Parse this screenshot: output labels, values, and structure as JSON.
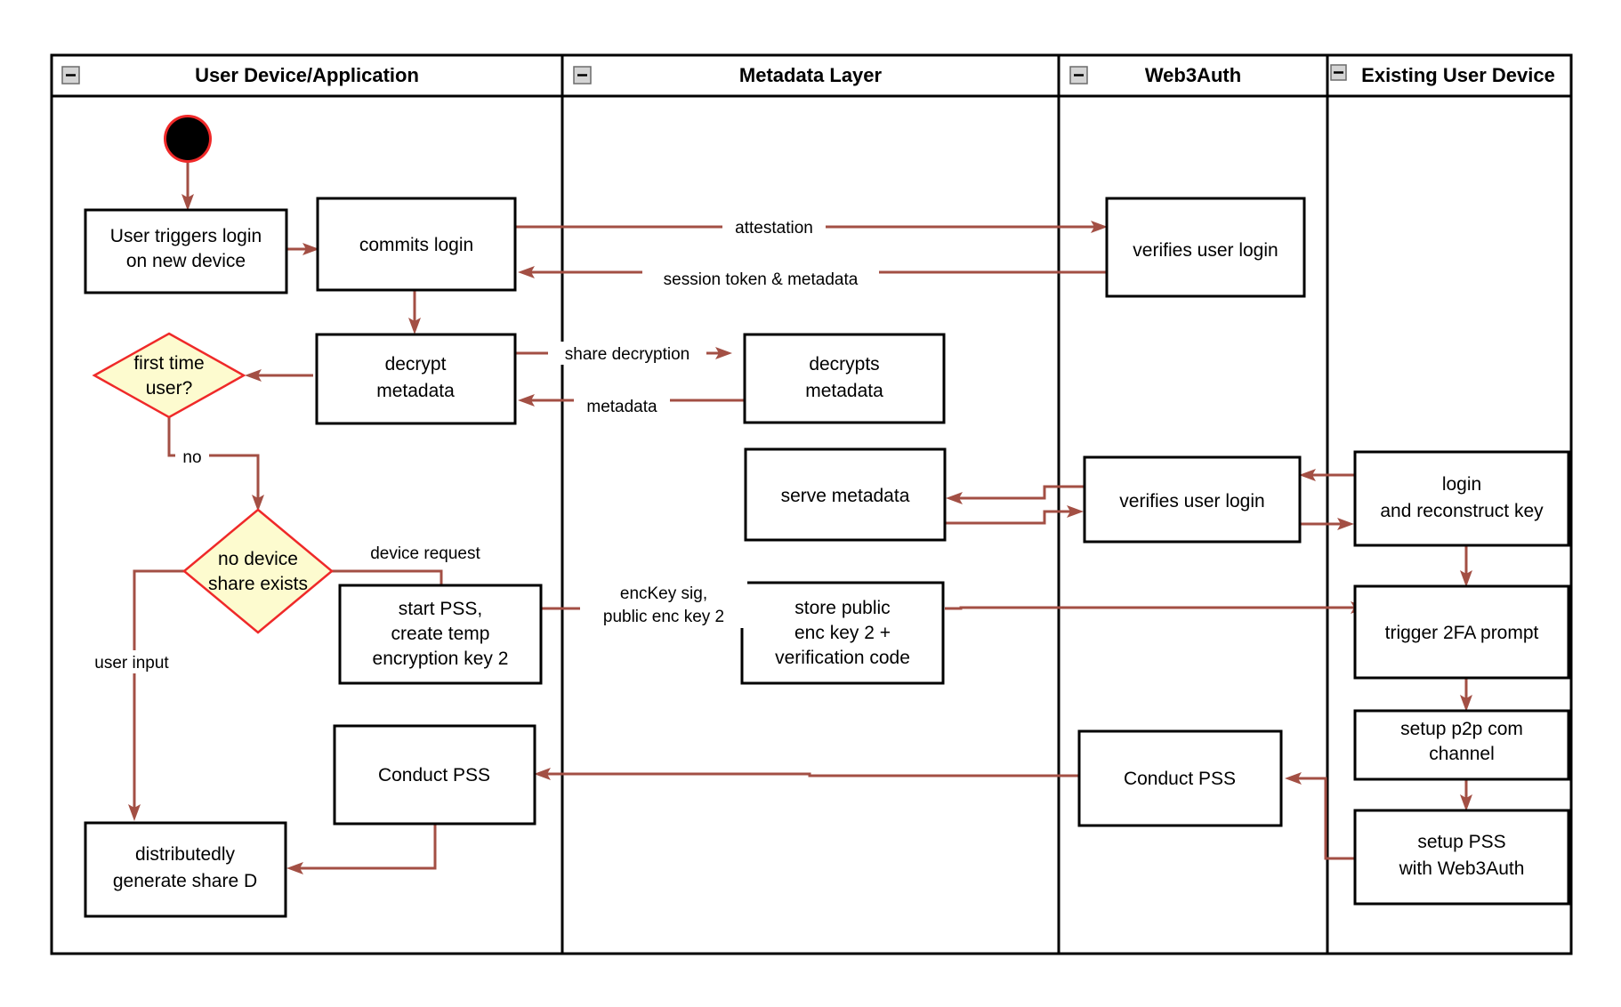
{
  "diagram": {
    "title": "Web3Auth new device login / PSS activity diagram",
    "type": "swimlane-activity-diagram",
    "colors": {
      "edge": "#a34f44",
      "decision_fill": "#fdfbcf",
      "decision_stroke": "#ef2929",
      "node_fill": "#ffffff",
      "node_stroke": "#000000",
      "start_node_fill": "#000000",
      "start_node_ring": "#ef2929",
      "collapse_widget_fill": "#d4d4d4",
      "background": "#ffffff"
    },
    "lanes": [
      {
        "id": "user-device",
        "title": "User Device/Application",
        "collapse_icon": "minus-box-icon"
      },
      {
        "id": "metadata-layer",
        "title": "Metadata Layer",
        "collapse_icon": "minus-box-icon"
      },
      {
        "id": "web3auth",
        "title": "Web3Auth",
        "collapse_icon": "minus-box-icon"
      },
      {
        "id": "existing-user-device",
        "title": "Existing User Device",
        "collapse_icon": "minus-box-icon"
      }
    ],
    "nodes": [
      {
        "id": "start",
        "lane": "user-device",
        "shape": "start-circle",
        "label": ""
      },
      {
        "id": "user-triggers-login",
        "lane": "user-device",
        "shape": "rect",
        "label": "User triggers login\non new device"
      },
      {
        "id": "commits-login",
        "lane": "user-device",
        "shape": "rect",
        "label": "commits login"
      },
      {
        "id": "verifies-user-login-1",
        "lane": "web3auth",
        "shape": "rect",
        "label": "verifies user login"
      },
      {
        "id": "decrypt-metadata",
        "lane": "user-device",
        "shape": "rect",
        "label": "decrypt\nmetadata"
      },
      {
        "id": "decrypts-metadata",
        "lane": "metadata-layer",
        "shape": "rect",
        "label": "decrypts\nmetadata"
      },
      {
        "id": "first-time-user",
        "lane": "user-device",
        "shape": "diamond",
        "label": "first time\nuser?"
      },
      {
        "id": "serve-metadata",
        "lane": "metadata-layer",
        "shape": "rect",
        "label": "serve metadata"
      },
      {
        "id": "verifies-user-login-2",
        "lane": "web3auth",
        "shape": "rect",
        "label": "verifies user login"
      },
      {
        "id": "login-reconstruct-key",
        "lane": "existing-user-device",
        "shape": "rect",
        "label": "login\nand reconstruct key"
      },
      {
        "id": "no-device-share-exists",
        "lane": "user-device",
        "shape": "diamond",
        "label": "no device\nshare exists"
      },
      {
        "id": "start-pss",
        "lane": "user-device",
        "shape": "rect",
        "label": "start PSS,\ncreate temp\nencryption key 2"
      },
      {
        "id": "store-public-enc-key",
        "lane": "metadata-layer",
        "shape": "rect",
        "label": "store public\nenc key 2 +\nverification code"
      },
      {
        "id": "trigger-2fa-prompt",
        "lane": "existing-user-device",
        "shape": "rect",
        "label": "trigger 2FA prompt"
      },
      {
        "id": "setup-p2p-channel",
        "lane": "existing-user-device",
        "shape": "rect",
        "label": "setup p2p com\nchannel"
      },
      {
        "id": "conduct-pss-user",
        "lane": "user-device",
        "shape": "rect",
        "label": "Conduct PSS"
      },
      {
        "id": "conduct-pss-web3auth",
        "lane": "web3auth",
        "shape": "rect",
        "label": "Conduct PSS"
      },
      {
        "id": "setup-pss-web3auth",
        "lane": "existing-user-device",
        "shape": "rect",
        "label": "setup PSS\nwith Web3Auth"
      },
      {
        "id": "distributedly-generate-share-d",
        "lane": "user-device",
        "shape": "rect",
        "label": "distributedly\ngenerate share D"
      }
    ],
    "edges": [
      {
        "id": "e-start-trigger",
        "from": "start",
        "to": "user-triggers-login",
        "label": ""
      },
      {
        "id": "e-trigger-commits",
        "from": "user-triggers-login",
        "to": "commits-login",
        "label": ""
      },
      {
        "id": "e-attestation",
        "from": "commits-login",
        "to": "verifies-user-login-1",
        "label": "attestation"
      },
      {
        "id": "e-session-token",
        "from": "verifies-user-login-1",
        "to": "commits-login",
        "label": "session token & metadata"
      },
      {
        "id": "e-commits-decrypt",
        "from": "commits-login",
        "to": "decrypt-metadata",
        "label": ""
      },
      {
        "id": "e-share-decryption",
        "from": "decrypt-metadata",
        "to": "decrypts-metadata",
        "label": "share decryption"
      },
      {
        "id": "e-metadata-back",
        "from": "decrypts-metadata",
        "to": "decrypt-metadata",
        "label": "metadata"
      },
      {
        "id": "e-decrypt-firsttime",
        "from": "decrypt-metadata",
        "to": "first-time-user",
        "label": ""
      },
      {
        "id": "e-firsttime-no",
        "from": "first-time-user",
        "to": "no-device-share-exists",
        "label": "no"
      },
      {
        "id": "e-existing-verifies",
        "from": "login-reconstruct-key",
        "to": "verifies-user-login-2",
        "label": ""
      },
      {
        "id": "e-verifies-serve",
        "from": "verifies-user-login-2",
        "to": "serve-metadata",
        "label": ""
      },
      {
        "id": "e-serve-verifies",
        "from": "serve-metadata",
        "to": "verifies-user-login-2",
        "label": ""
      },
      {
        "id": "e-verifies-login",
        "from": "verifies-user-login-2",
        "to": "login-reconstruct-key",
        "label": ""
      },
      {
        "id": "e-device-request",
        "from": "no-device-share-exists",
        "to": "start-pss",
        "label": "device request"
      },
      {
        "id": "e-enckey",
        "from": "start-pss",
        "to": "store-public-enc-key",
        "label": "encKey sig,\npublic enc key 2"
      },
      {
        "id": "e-store-trigger2fa",
        "from": "store-public-enc-key",
        "to": "trigger-2fa-prompt",
        "label": ""
      },
      {
        "id": "e-login-trigger2fa",
        "from": "login-reconstruct-key",
        "to": "trigger-2fa-prompt",
        "label": ""
      },
      {
        "id": "e-2fa-p2p",
        "from": "trigger-2fa-prompt",
        "to": "setup-p2p-channel",
        "label": ""
      },
      {
        "id": "e-p2p-setuppss",
        "from": "setup-p2p-channel",
        "to": "setup-pss-web3auth",
        "label": ""
      },
      {
        "id": "e-setuppss-conductpss",
        "from": "setup-pss-web3auth",
        "to": "conduct-pss-web3auth",
        "label": ""
      },
      {
        "id": "e-conductpss-user",
        "from": "conduct-pss-web3auth",
        "to": "conduct-pss-user",
        "label": ""
      },
      {
        "id": "e-user-input",
        "from": "no-device-share-exists",
        "to": "distributedly-generate-share-d",
        "label": "user input"
      },
      {
        "id": "e-conductpss-share",
        "from": "conduct-pss-user",
        "to": "distributedly-generate-share-d",
        "label": ""
      }
    ],
    "edge_labels": {
      "attestation": "attestation",
      "session_token": "session token & metadata",
      "share_decryption": "share decryption",
      "metadata": "metadata",
      "no": "no",
      "device_request": "device request",
      "enckey_line1": "encKey sig,",
      "enckey_line2": "public enc key 2",
      "user_input": "user input"
    },
    "node_labels": {
      "user_triggers_login_1": "User triggers login",
      "user_triggers_login_2": "on new device",
      "commits_login": "commits login",
      "verifies_user_login_1": "verifies user login",
      "decrypt_1": "decrypt",
      "decrypt_2": "metadata",
      "decrypts_1": "decrypts",
      "decrypts_2": "metadata",
      "first_time_1": "first time",
      "first_time_2": "user?",
      "serve_metadata": "serve metadata",
      "verifies_user_login_2": "verifies user login",
      "login_1": "login",
      "login_2": "and reconstruct key",
      "no_device_1": "no device",
      "no_device_2": "share exists",
      "start_pss_1": "start PSS,",
      "start_pss_2": "create temp",
      "start_pss_3": "encryption key 2",
      "store_1": "store public",
      "store_2": "enc key 2 +",
      "store_3": "verification code",
      "trigger_2fa": "trigger 2FA prompt",
      "p2p_1": "setup p2p com",
      "p2p_2": "channel",
      "conduct_pss_user": "Conduct PSS",
      "conduct_pss_web3auth": "Conduct PSS",
      "setup_pss_1": "setup PSS",
      "setup_pss_2": "with Web3Auth",
      "dist_1": "distributedly",
      "dist_2": "generate share D"
    }
  }
}
